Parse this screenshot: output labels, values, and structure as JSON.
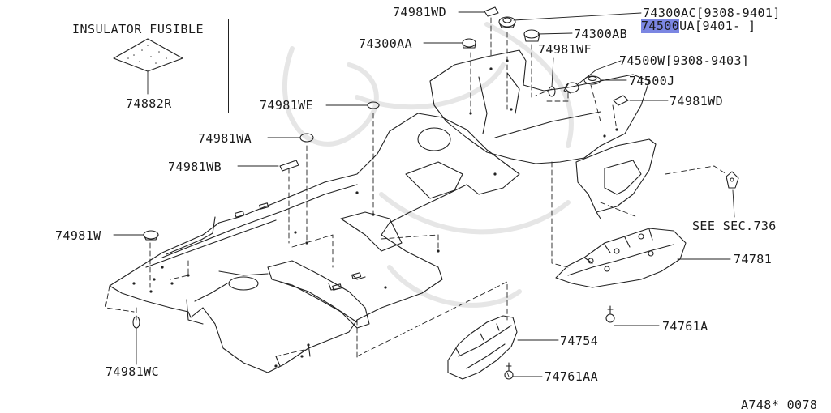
{
  "inset": {
    "title": "INSULATOR FUSIBLE",
    "part": "74882R"
  },
  "labels": [
    {
      "id": "74981WD-top",
      "text": "74981WD"
    },
    {
      "id": "74300AC",
      "text": "74300AC[9308-9401]"
    },
    {
      "id": "74500UA",
      "text": "74500",
      "suffix": "UA[9401-    ]"
    },
    {
      "id": "74300AA",
      "text": "74300AA"
    },
    {
      "id": "74300AB",
      "text": "74300AB"
    },
    {
      "id": "74981WF",
      "text": "74981WF"
    },
    {
      "id": "74500W",
      "text": "74500W[9308-9403]"
    },
    {
      "id": "74500J",
      "text": "74500J"
    },
    {
      "id": "74981WE",
      "text": "74981WE"
    },
    {
      "id": "74981WD-right",
      "text": "74981WD"
    },
    {
      "id": "74981WA",
      "text": "74981WA"
    },
    {
      "id": "74981WB",
      "text": "74981WB"
    },
    {
      "id": "see-sec",
      "text": "SEE SEC.736"
    },
    {
      "id": "74981W",
      "text": "74981W"
    },
    {
      "id": "74781",
      "text": "74781"
    },
    {
      "id": "74761A",
      "text": "74761A"
    },
    {
      "id": "74754",
      "text": "74754"
    },
    {
      "id": "74761AA",
      "text": "74761AA"
    },
    {
      "id": "74981WC",
      "text": "74981WC"
    }
  ],
  "highlight_color": "#7b86e2",
  "diagram_ref": "A748* 0078"
}
